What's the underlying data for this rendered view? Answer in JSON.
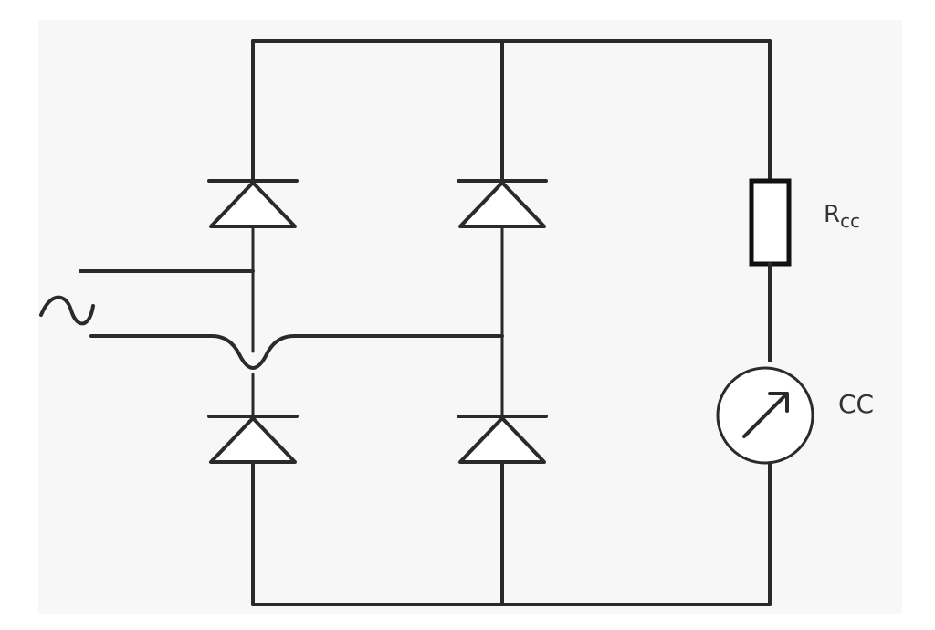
{
  "diagram": {
    "source_symbol": "~",
    "resistor": {
      "label_main": "R",
      "label_sub": "cc"
    },
    "meter": {
      "label": "CC"
    }
  }
}
